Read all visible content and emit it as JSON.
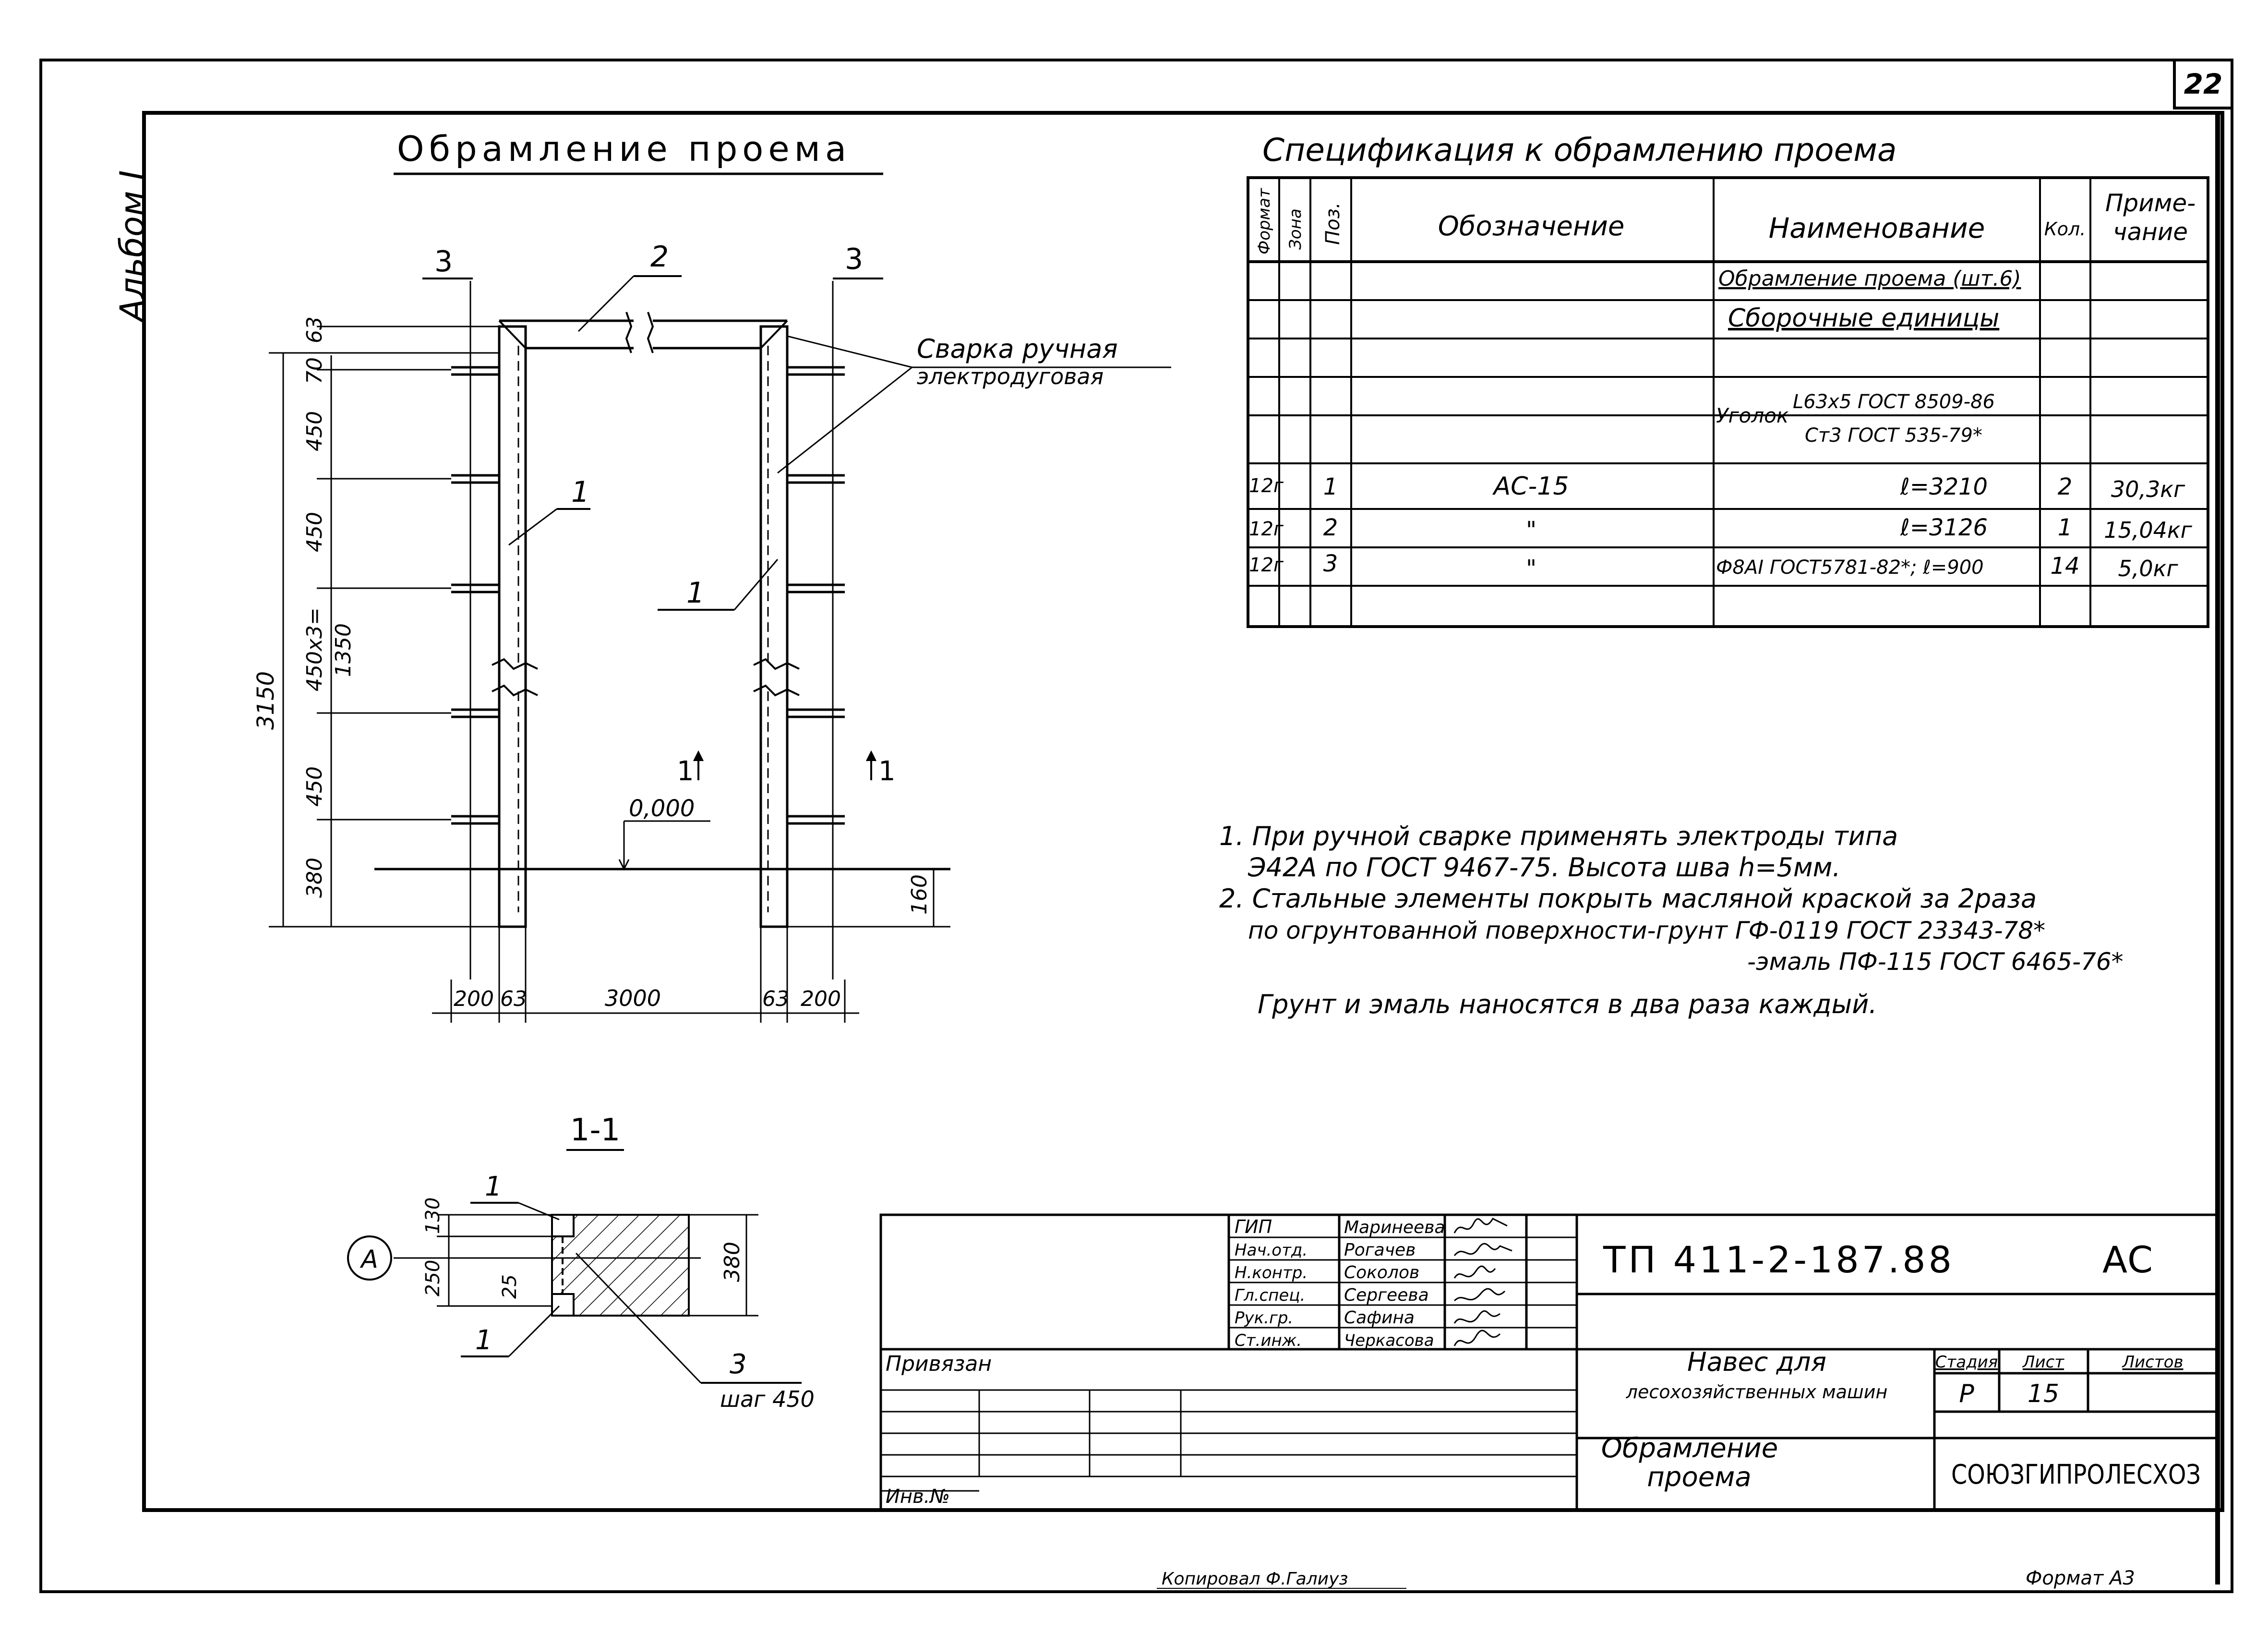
{
  "sheet": {
    "number": "22"
  },
  "album": "Альбом I",
  "drawing": {
    "title": "Обрамление проема",
    "callouts": [
      "3",
      "2",
      "3",
      "1",
      "1"
    ],
    "weld_note": [
      "Сварка ручная",
      "электродуговая"
    ],
    "level": "0,000",
    "section_marks": [
      "1",
      "1"
    ],
    "dims_left": [
      "63",
      "70",
      "450",
      "450",
      "450x3=",
      "1350",
      "450",
      "380",
      "3150"
    ],
    "dims_right": [
      "160"
    ],
    "dims_bottom": [
      "200",
      "63",
      "3000",
      "63",
      "200"
    ]
  },
  "section": {
    "title": "1-1",
    "axis": "А",
    "callouts": [
      "1",
      "1",
      "3"
    ],
    "step": "шаг 450",
    "dims": [
      "130",
      "250",
      "25",
      "380"
    ]
  },
  "spec": {
    "title": "Спецификация к обрамлению проема",
    "headers": [
      "Формат",
      "Зона",
      "Поз.",
      "Обозначение",
      "Наименование",
      "Кол.",
      "Приме-",
      "чание"
    ],
    "rows": [
      {
        "fmt": "",
        "pos": "",
        "oboz": "",
        "name": "Обрамление проема (шт.6)",
        "qty": "",
        "note": ""
      },
      {
        "fmt": "",
        "pos": "",
        "oboz": "",
        "name": "Сборочные единицы",
        "qty": "",
        "note": ""
      },
      {
        "fmt": "",
        "pos": "",
        "oboz": "",
        "name": "",
        "qty": "",
        "note": ""
      },
      {
        "fmt": "",
        "pos": "",
        "oboz": "",
        "name": "Уголок",
        "qty": "",
        "note": ""
      },
      {
        "fmt": "12г",
        "pos": "1",
        "oboz": "АС-15",
        "name": "ℓ=3210",
        "qty": "2",
        "note": "30,3кг"
      },
      {
        "fmt": "12г",
        "pos": "2",
        "oboz": "\"",
        "name": "ℓ=3126",
        "qty": "1",
        "note": "15,04кг"
      },
      {
        "fmt": "12г",
        "pos": "3",
        "oboz": "\"",
        "name": "Ф8АI ГОСТ5781-82*; ℓ=900",
        "qty": "14",
        "note": "5,0кг"
      }
    ],
    "angle_top": "L63x5 ГОСТ 8509-86",
    "angle_bottom": "Ст3 ГОСТ 535-79*"
  },
  "notes": [
    "1. При ручной сварке применять электроды типа",
    "Э42А по ГОСТ 9467-75. Высота шва h=5мм.",
    "2. Стальные элементы покрыть масляной краской за 2раза",
    "по огрунтованной поверхности-грунт ГФ-0119 ГОСТ 23343-78*",
    "-эмаль ПФ-115 ГОСТ 6465-76*",
    "Грунт и эмаль наносятся в два раза каждый."
  ],
  "stamp": {
    "roles": [
      "ГИП",
      "Нач.отд.",
      "Н.контр.",
      "Гл.спец.",
      "Рук.гр.",
      "Ст.инж."
    ],
    "names": [
      "Маринеева",
      "Рогачев",
      "Соколов",
      "Сергеева",
      "Сафина",
      "Черкасова"
    ],
    "code": "ТП 411-2-187.88",
    "mark": "АС",
    "object": [
      "Навес для",
      "лесохозяйственных машин"
    ],
    "sheet_title": [
      "Обрамление",
      "проема"
    ],
    "stage_label": "Стадия",
    "sheet_label": "Лист",
    "sheets_label": "Листов",
    "stage": "Р",
    "sheet_no": "15",
    "org": "СОЮЗГИПРОЛЕСХОЗ",
    "privyazan": "Привязан",
    "inv": "Инв.№"
  },
  "footer": {
    "copied": "Копировал Ф.Галиуз",
    "format": "Формат А3"
  }
}
